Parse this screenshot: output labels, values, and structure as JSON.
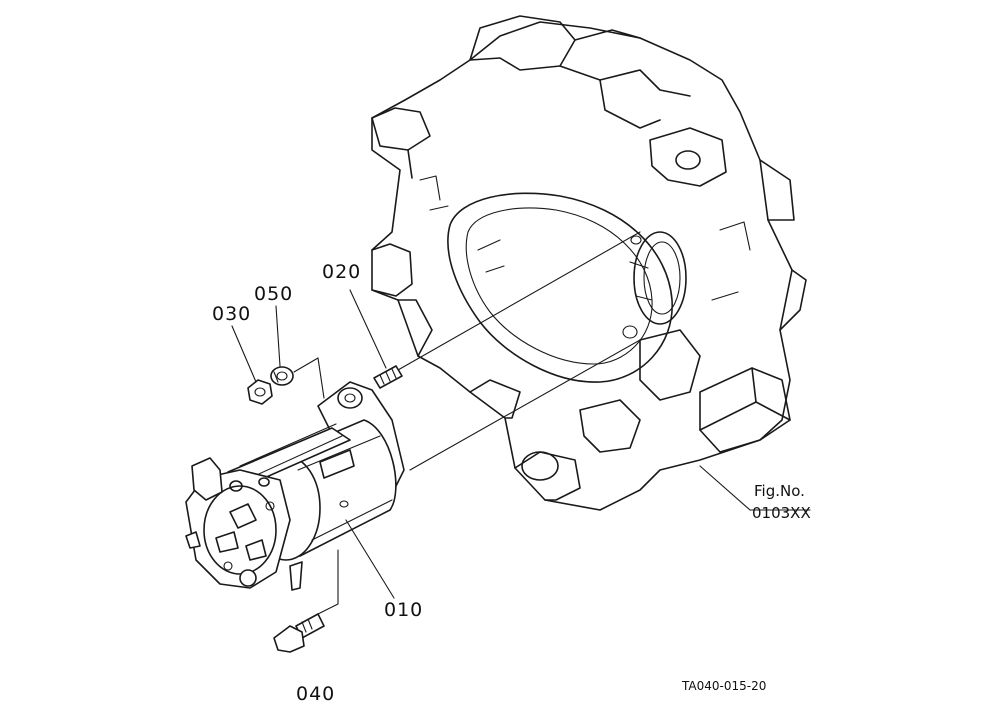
{
  "callouts": {
    "p010": "010",
    "p020": "020",
    "p030": "030",
    "p040": "040",
    "p050": "050"
  },
  "figure_reference": {
    "line1": "Fig.No.",
    "line2": "0103XX"
  },
  "drawing_code": "TA040-015-20",
  "colors": {
    "line": "#1a1a1a",
    "background": "#ffffff"
  }
}
